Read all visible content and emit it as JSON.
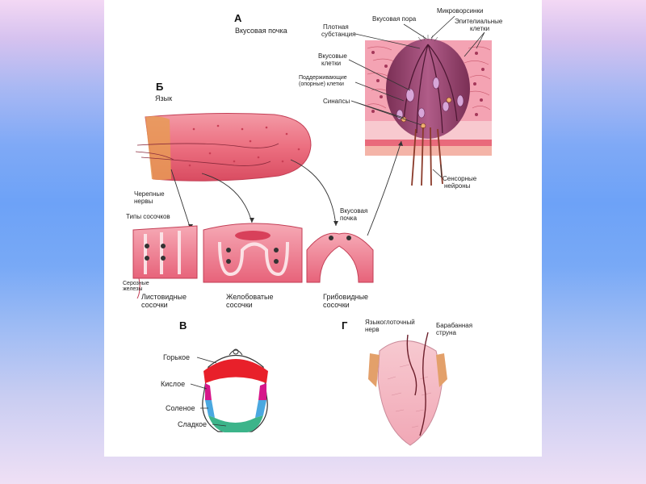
{
  "panels": {
    "A": {
      "letter": "А",
      "title": "Вкусовая почка",
      "labels": {
        "dense_substance_1": "Плотная",
        "dense_substance_2": "субстанция",
        "taste_pore": "Вкусовая пора",
        "microvilli": "Микроворсинки",
        "epithelial_1": "Эпителиальные",
        "epithelial_2": "клетки",
        "taste_cells_1": "Вкусовые",
        "taste_cells_2": "клетки",
        "supporting_1": "Поддерживающие",
        "supporting_2": "(опорные) клетки",
        "synapses": "Синапсы",
        "sensory_1": "Сенсорные",
        "sensory_2": "нейроны"
      }
    },
    "B": {
      "letter": "Б",
      "title": "Язык",
      "labels": {
        "cranial_1": "Черепные",
        "cranial_2": "нервы",
        "papilla_types": "Типы сосочков",
        "taste_bud_1": "Вкусовая",
        "taste_bud_2": "почка",
        "serous_1": "Серозные",
        "serous_2": "железы",
        "foliate_1": "Листовидные",
        "foliate_2": "сосочки",
        "vallate_1": "Желобоватые",
        "vallate_2": "сосочки",
        "fungiform_1": "Грибовидные",
        "fungiform_2": "сосочки"
      }
    },
    "V": {
      "letter": "В",
      "labels": {
        "bitter": "Горькое",
        "sour": "Кислое",
        "salty": "Соленое",
        "sweet": "Сладкое"
      },
      "colors": {
        "bitter": "#e8202a",
        "sour": "#d6178a",
        "salty": "#4aa8e0",
        "sweet": "#3cb48a"
      }
    },
    "G": {
      "letter": "Г",
      "labels": {
        "glosso_1": "Языкоглоточный",
        "glosso_2": "нерв",
        "chorda_1": "Барабанная",
        "chorda_2": "струна"
      }
    }
  }
}
